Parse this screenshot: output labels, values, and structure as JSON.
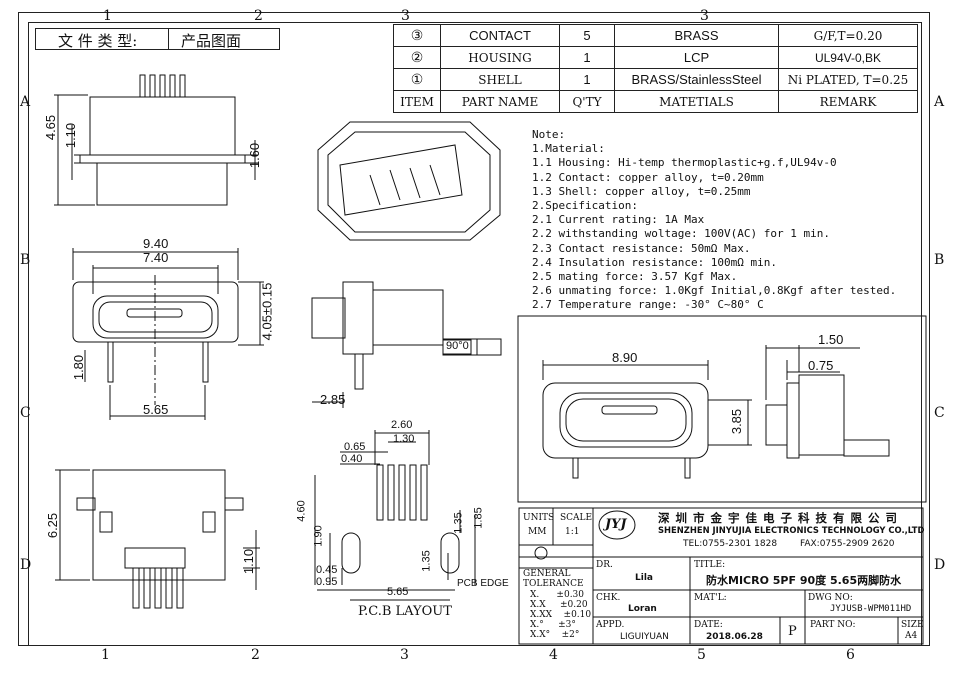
{
  "file_type": {
    "label": "文 件 类 型:",
    "value": "产品图面"
  },
  "zones": {
    "cols_top": [
      "1",
      "2",
      "3",
      "3"
    ],
    "cols_bottom": [
      "1",
      "2",
      "3",
      "4",
      "5",
      "6"
    ],
    "rows": [
      "A",
      "B",
      "C",
      "D"
    ]
  },
  "bom": {
    "rows": [
      {
        "item": "③",
        "part": "CONTACT",
        "qty": "5",
        "material": "BRASS",
        "remark": "G/F,T=0.20"
      },
      {
        "item": "②",
        "part": "HOUSING",
        "qty": "1",
        "material": "LCP",
        "remark": "UL94V-0,BK"
      },
      {
        "item": "①",
        "part": "SHELL",
        "qty": "1",
        "material": "BRASS/StainlessSteel",
        "remark": "Ni PLATED, T=0.25"
      }
    ],
    "header": {
      "item": "ITEM",
      "part": "PART NAME",
      "qty": "Q'TY",
      "material": "MATETIALS",
      "remark": "REMARK"
    }
  },
  "notes": [
    "Note:",
    "1.Material:",
    " 1.1 Housing: Hi-temp thermoplastic+g.f,UL94v-0",
    " 1.2 Contact: copper alloy, t=0.20mm",
    " 1.3 Shell: copper alloy, t=0.25mm",
    "2.Specification:",
    " 2.1 Current rating: 1A Max",
    " 2.2 withstanding woltage: 100V(AC) for 1 min.",
    " 2.3 Contact resistance: 50mΩ Max.",
    " 2.4 Insulation resistance: 100mΩ min.",
    " 2.5 mating force: 3.57 Kgf Max.",
    " 2.6 unmating force: 1.0Kgf Initial,0.8Kgf after tested.",
    " 2.7 Temperature range: -30° C~80° C"
  ],
  "dims": {
    "side_465": "4.65",
    "side_110": "1.10",
    "side_160": "1.60",
    "front_940": "9.40",
    "front_740": "7.40",
    "front_405": "4.05±0.15",
    "front_180": "1.80",
    "front_565": "5.65",
    "side2_285": "2.85",
    "angle": "90°0",
    "bottom_625": "6.25",
    "bottom_110": "1.10",
    "pcb_260": "2.60",
    "pcb_130": "1.30",
    "pcb_065": "0.65",
    "pcb_040": "0.40",
    "pcb_460": "4.60",
    "pcb_190": "1.90",
    "pcb_045": "0.45",
    "pcb_095": "0.95",
    "pcb_565": "5.65",
    "pcb_135a": "1.35",
    "pcb_185": "1.85",
    "pcb_135b": "1.35",
    "pcb_edge": "PCB EDGE",
    "pcb_title": "P.C.B LAYOUT",
    "detail_890": "8.90",
    "detail_385": "3.85",
    "detail_150": "1.50",
    "detail_075": "0.75"
  },
  "title_block": {
    "units_label": "UNITS",
    "units_value": "MM",
    "scale_label": "SCALE",
    "scale_value": "1:1",
    "logo": "JYJ",
    "company_cn": "深 圳 市 金 宇 佳 电 子 科 技 有 限 公 司",
    "company_en": "SHENZHEN JINYUJIA ELECTRONICS TECHNOLOGY CO.,LTD",
    "tel": "TEL:0755-2301 1828",
    "fax": "FAX:0755-2909 2620",
    "dr_label": "DR.",
    "dr_value": "Lila",
    "title_label": "TITLE:",
    "title_value": "防水MICRO 5PF 90度 5.65两脚防水",
    "tolerance_label": "GENERAL TOLERANCE",
    "tolerances": [
      "X.      ±0.30",
      "X.X     ±0.20",
      "X.XX    ±0.10",
      "X.°     ±3°",
      "X.X°    ±2°"
    ],
    "chk_label": "CHK.",
    "chk_value": "Loran",
    "matl_label": "MAT'L:",
    "dwg_label": "DWG NO:",
    "dwg_value": "JYJUSB-WPM011HD",
    "appd_label": "APPD.",
    "appd_value": "LIGUIYUAN",
    "date_label": "DATE:",
    "date_value": "2018.06.28",
    "p_label": "P",
    "part_label": "PART NO:",
    "size_label": "SIZE",
    "size_value": "A4"
  }
}
